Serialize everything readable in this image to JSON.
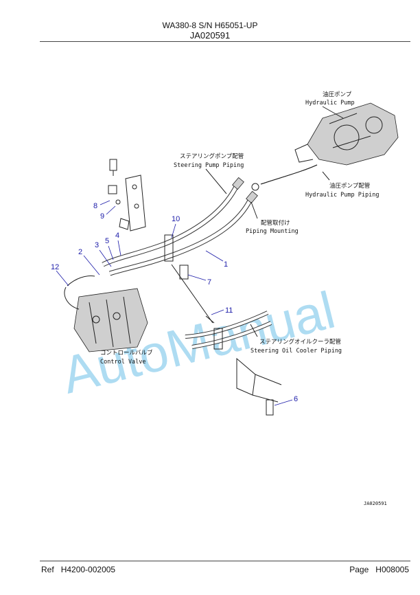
{
  "header": {
    "model": "WA380-8 S/N H65051-UP",
    "illustration_code": "JA020591"
  },
  "labels": {
    "hydraulic_pump_jp": "油圧ポンプ",
    "hydraulic_pump_en": "Hydraulic Pump",
    "steering_pump_piping_jp": "ステアリングポンプ配管",
    "steering_pump_piping_en": "Steering Pump Piping",
    "hydraulic_pump_piping_jp": "油圧ポンプ配管",
    "hydraulic_pump_piping_en": "Hydraulic Pump Piping",
    "piping_mounting_jp": "配管取付け",
    "piping_mounting_en": "Piping Mounting",
    "control_valve_jp": "コントロールバルブ",
    "control_valve_en": "Control Valve",
    "steering_oil_cooler_piping_jp": "ステアリングオイルクーラ配管",
    "steering_oil_cooler_piping_en": "Steering Oil Cooler Piping",
    "figure_code": "JA020591"
  },
  "callouts": [
    "1",
    "2",
    "3",
    "4",
    "5",
    "6",
    "7",
    "8",
    "9",
    "10",
    "11",
    "12"
  ],
  "watermark": "AutoManual",
  "footer": {
    "ref_label": "Ref",
    "ref_value": "H4200-002005",
    "page_label": "Page",
    "page_value": "H008005"
  },
  "colors": {
    "callout": "#1a1aa8",
    "watermark": "#6cc0e8"
  }
}
